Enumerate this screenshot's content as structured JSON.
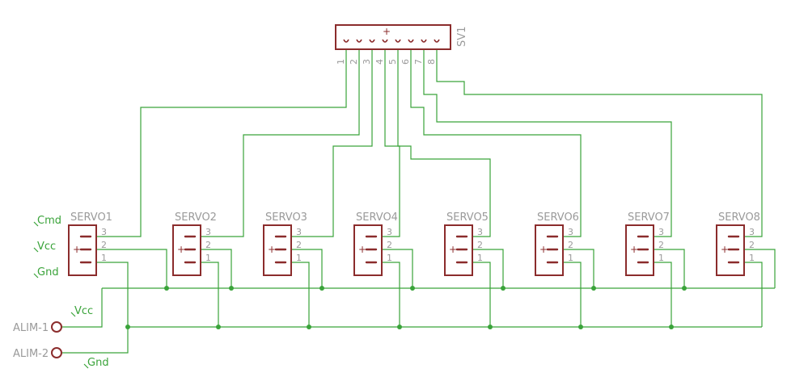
{
  "header": {
    "label": "SV1",
    "plus_label": "+",
    "pins": [
      "1",
      "2",
      "3",
      "4",
      "5",
      "6",
      "7",
      "8"
    ]
  },
  "servo_labels": [
    "SERVO1",
    "SERVO2",
    "SERVO3",
    "SERVO4",
    "SERVO5",
    "SERVO6",
    "SERVO7",
    "SERVO8"
  ],
  "servo_pin_numbers": [
    "3",
    "2",
    "1"
  ],
  "servo_plus": "+",
  "net_labels": {
    "cmd": "Cmd",
    "vcc": "Vcc",
    "gnd": "Gnd",
    "vcc2": "Vcc",
    "gnd2": "Gnd"
  },
  "terminals": [
    "ALIM-1",
    "ALIM-2"
  ],
  "colors": {
    "wire": "#3aa33a",
    "part": "#8b2c2c",
    "label": "#9a9a9a"
  }
}
